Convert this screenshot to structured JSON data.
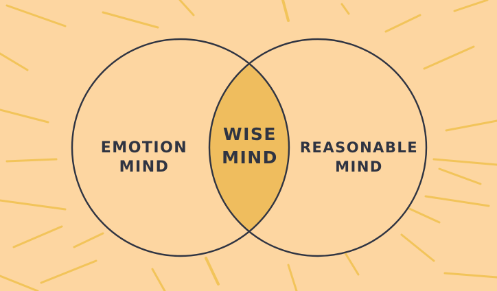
{
  "colors": {
    "background": "#fdd6a1",
    "rays": "#f2c45a",
    "circle_fill": "#fdd6a1",
    "intersection_fill": "#efbd5e",
    "outline": "#2f3442",
    "text": "#2f3442"
  },
  "diagram": {
    "type": "venn",
    "sets": [
      {
        "id": "emotion",
        "label_lines": [
          "EMOTION",
          "MIND"
        ]
      },
      {
        "id": "reasonable",
        "label_lines": [
          "REASONABLE",
          "MIND"
        ]
      }
    ],
    "intersection": {
      "label_lines": [
        "WISE",
        "MIND"
      ]
    }
  }
}
